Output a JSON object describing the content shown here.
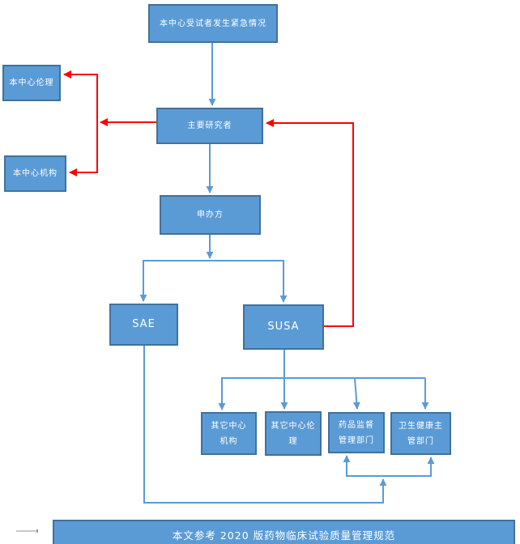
{
  "diagram": {
    "nodes": {
      "emergency": {
        "label": "本中心受试者发生紧急情况"
      },
      "center_ethics": {
        "label": "本中心伦理"
      },
      "center_institution": {
        "label": "本中心机构"
      },
      "principal_investigator": {
        "label": "主要研究者"
      },
      "sponsor": {
        "label": "申办方"
      },
      "sae": {
        "label": "SAE"
      },
      "susa": {
        "label": "SUSA"
      },
      "other_center_institution": {
        "label": "其它中心\n机构"
      },
      "other_center_ethics": {
        "label": "其它中心伦\n理"
      },
      "drug_regulatory": {
        "label": "药品监督\n管理部门"
      },
      "health_authority": {
        "label": "卫生健康主\n管部门"
      }
    },
    "edges": [
      {
        "from": "emergency",
        "to": "principal_investigator",
        "color": "blue"
      },
      {
        "from": "principal_investigator",
        "to": "center_ethics",
        "color": "red"
      },
      {
        "from": "principal_investigator",
        "to": "center_institution",
        "color": "red"
      },
      {
        "from": "principal_investigator",
        "to": "sponsor",
        "color": "blue"
      },
      {
        "from": "sponsor",
        "to": "sae",
        "color": "blue"
      },
      {
        "from": "sponsor",
        "to": "susa",
        "color": "blue"
      },
      {
        "from": "susa",
        "to": "principal_investigator",
        "color": "red"
      },
      {
        "from": "susa",
        "to": "other_center_institution",
        "color": "blue"
      },
      {
        "from": "susa",
        "to": "other_center_ethics",
        "color": "blue"
      },
      {
        "from": "susa",
        "to": "drug_regulatory",
        "color": "blue"
      },
      {
        "from": "susa",
        "to": "health_authority",
        "color": "blue"
      },
      {
        "from": "sae",
        "to": "drug_regulatory",
        "color": "blue"
      },
      {
        "from": "sae",
        "to": "health_authority",
        "color": "blue"
      }
    ],
    "footer": {
      "label": "本文参考 2020 版药物临床试验质量管理规范"
    },
    "colors": {
      "node_fill": "#5B9BD5",
      "node_border": "#41719C",
      "connector_blue": "#5B9BD5",
      "connector_red": "#FF0000",
      "text": "#FFFFFF",
      "background": "#FFFFFF"
    }
  }
}
